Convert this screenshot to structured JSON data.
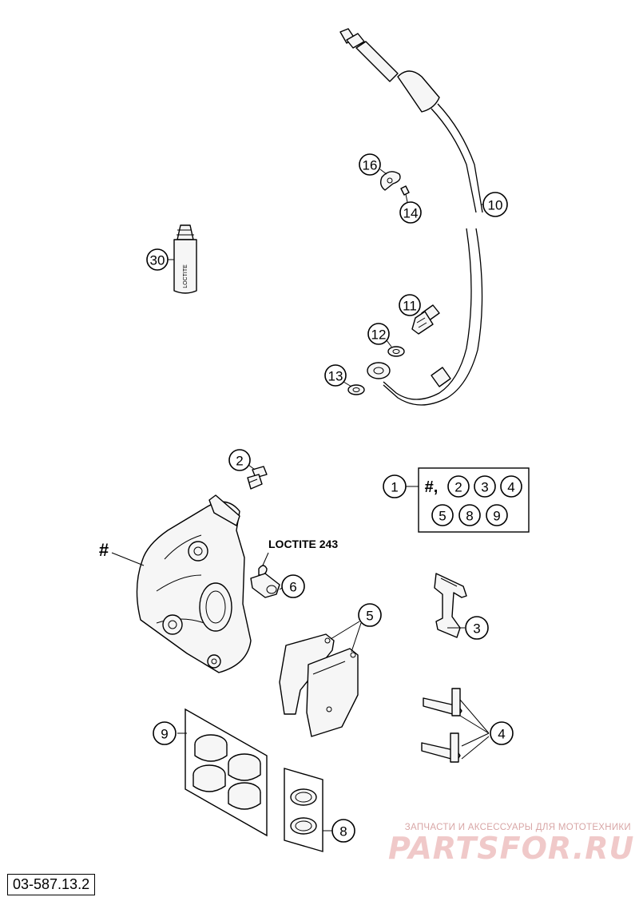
{
  "callouts": {
    "c1": "1",
    "c2": "2",
    "c3": "3",
    "c4": "4",
    "c5": "5",
    "c6": "6",
    "c8": "8",
    "c9": "9",
    "c10": "10",
    "c11": "11",
    "c12": "12",
    "c13": "13",
    "c14": "14",
    "c16": "16",
    "c30": "30"
  },
  "kit_box": {
    "lead": "#,",
    "items": [
      "2",
      "3",
      "4",
      "5",
      "8",
      "9"
    ]
  },
  "caliper_marker": "#",
  "loctite_label": "LOCTITE 243",
  "bottle_label": "LOCTITE",
  "part_number": "03-587.13.2",
  "watermark": {
    "tagline": "ЗАПЧАСТИ И АКСЕССУАРЫ ДЛЯ МОТОТЕХНИКИ",
    "logo": "PARTSFOR.RU"
  }
}
